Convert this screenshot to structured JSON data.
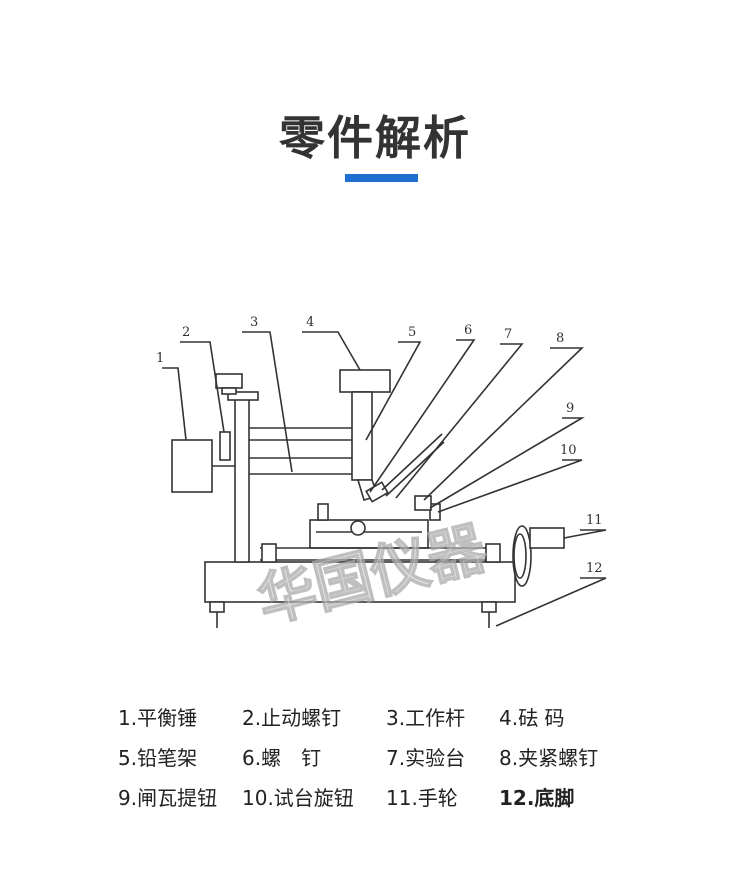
{
  "title": "零件解析",
  "watermark": "华国仪器",
  "accent_color": "#1f6fd1",
  "diagram_numbers": [
    "1",
    "2",
    "3",
    "4",
    "5",
    "6",
    "7",
    "8",
    "9",
    "10",
    "11",
    "12"
  ],
  "legend": [
    [
      "1.平衡锤",
      "2.止动螺钉",
      "3.工作杆",
      "4.砝 码"
    ],
    [
      "5.铅笔架",
      "6.螺　钉",
      "7.实验台",
      "8.夹紧螺钉"
    ],
    [
      "9.闸瓦提钮",
      "10.试台旋钮",
      "11.手轮",
      "12.底脚"
    ]
  ]
}
